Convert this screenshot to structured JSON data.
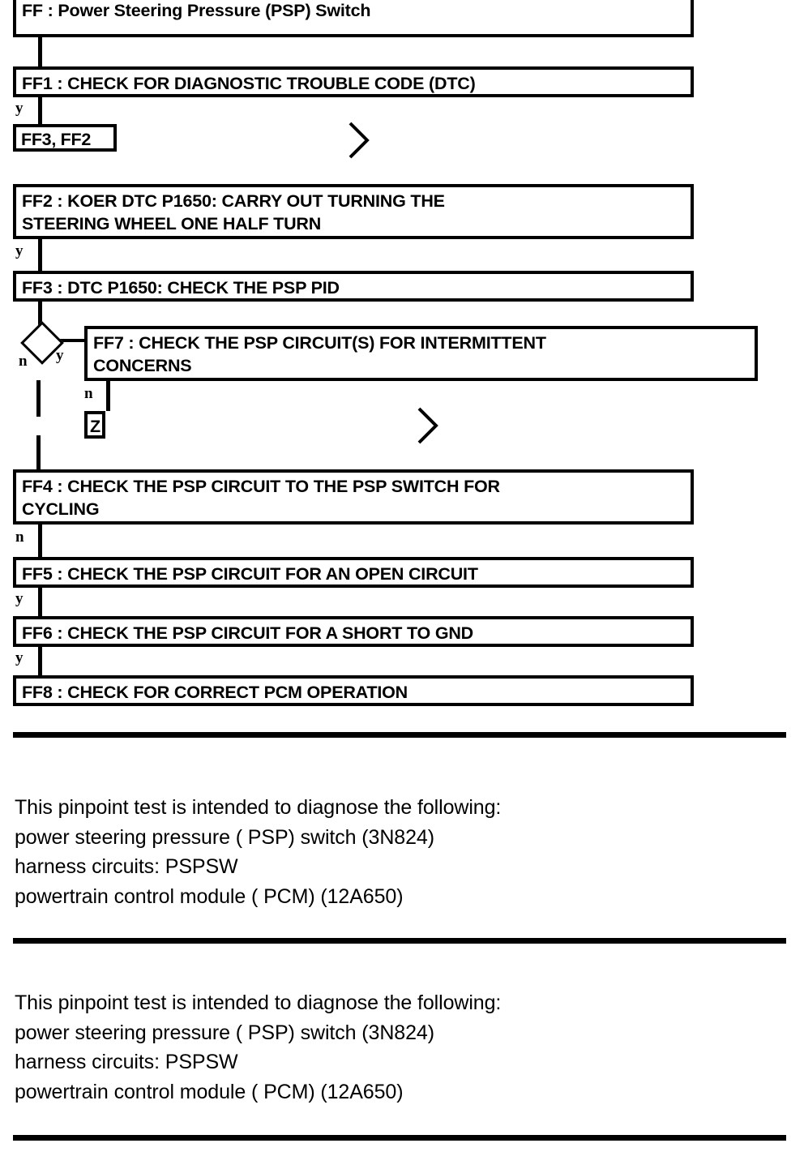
{
  "document": {
    "type": "pinpoint-test-flowchart",
    "title": "FF : Power Steering Pressure (PSP) Switch"
  },
  "flowchart": {
    "nodes": [
      {
        "id": "FF",
        "label": "FF : Power Steering Pressure (PSP) Switch"
      },
      {
        "id": "FF1",
        "label": "FF1 : CHECK FOR DIAGNOSTIC TROUBLE CODE (DTC)"
      },
      {
        "id": "REF1",
        "label": "FF3, FF2"
      },
      {
        "id": "FF2",
        "label": "FF2 : KOER DTC P1650: CARRY OUT TURNING THE\nSTEERING WHEEL ONE HALF TURN"
      },
      {
        "id": "FF3",
        "label": "FF3 : DTC P1650: CHECK THE PSP PID"
      },
      {
        "id": "FF7",
        "label": "FF7 : CHECK THE PSP CIRCUIT(S) FOR INTERMITTENT\nCONCERNS"
      },
      {
        "id": "REF2",
        "label": "Z"
      },
      {
        "id": "FF4",
        "label": "FF4 : CHECK THE PSP CIRCUIT TO THE PSP SWITCH FOR\nCYCLING"
      },
      {
        "id": "FF5",
        "label": "FF5 : CHECK THE PSP CIRCUIT FOR AN OPEN CIRCUIT"
      },
      {
        "id": "FF6",
        "label": "FF6 : CHECK THE PSP CIRCUIT FOR A SHORT TO GND"
      },
      {
        "id": "FF8",
        "label": "FF8 : CHECK FOR CORRECT PCM OPERATION"
      }
    ],
    "branch_labels": {
      "ff1_yes": "y",
      "ff2_yes": "y",
      "decision_no": "n",
      "decision_yes": "y",
      "ff7_no": "n",
      "ff4_no": "n",
      "ff5_yes": "y",
      "ff6_yes": "y"
    },
    "connector_icons": {
      "chevron_top": "chevron-right-icon",
      "chevron_mid": "chevron-right-icon"
    },
    "decision_icon": "diamond-decision-icon"
  },
  "sections": [
    {
      "text": "This pinpoint test is intended to diagnose the following:\npower steering pressure ( PSP) switch (3N824)\nharness circuits: PSPSW\npowertrain control module ( PCM) (12A650)"
    },
    {
      "text": "This pinpoint test is intended to diagnose the following:\npower steering pressure ( PSP) switch (3N824)\nharness circuits: PSPSW\npowertrain control module ( PCM) (12A650)"
    }
  ],
  "colors": {
    "ink": "#000000",
    "paper": "#ffffff"
  }
}
